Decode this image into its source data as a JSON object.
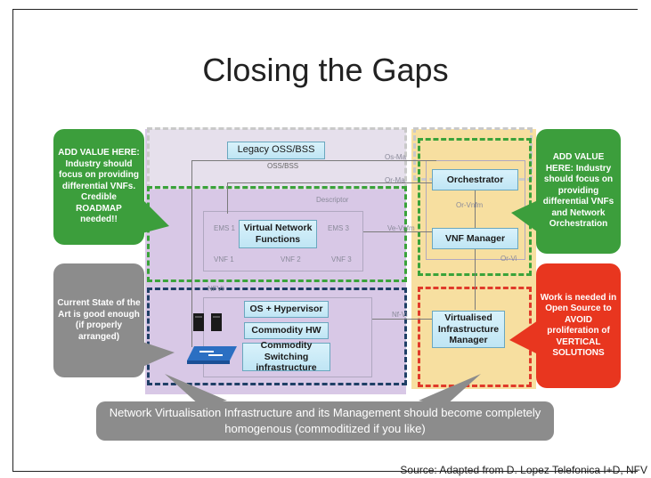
{
  "slide": {
    "title": "Closing the Gaps",
    "source": "Source: Adapted from D. Lopez Telefonica I+D, NFV"
  },
  "diagram": {
    "legacy_oss_bss": "Legacy OSS/BSS",
    "oss_bss": "OSS/BSS",
    "vnf_block": "Virtual Network Functions",
    "os_hypervisor": "OS + Hypervisor",
    "commodity_hw": "Commodity HW",
    "commodity_switching": "Commodity Switching infrastructure",
    "orchestrator": "Orchestrator",
    "vnf_manager": "VNF Manager",
    "vim": "Virtualised Infrastructure Manager",
    "faint_labels": {
      "os_ma_1": "Os-Ma",
      "os_ma_2": "Or-Ma",
      "descriptor": "Descriptor",
      "ve_vnfm": "Ve-Vnfm",
      "or_vnfm": "Or-Vnfm",
      "or_vi": "Or-Vi",
      "nfvi": "NFVI",
      "nf_vi": "Nf-Vi",
      "ems1": "EMS 1",
      "ems3": "EMS 3",
      "vnf1": "VNF 1",
      "vnf2": "VNF 2",
      "vnf3": "VNF 3"
    }
  },
  "callouts": {
    "left_green": "ADD VALUE HERE: Industry should focus on providing differential VNFs. Credible ROADMAP needed!!",
    "right_green": "ADD VALUE HERE: Industry should focus on providing differential VNFs and Network Orchestration",
    "left_grey": "Current State of the Art is good enough (if properly arranged)",
    "right_red": "Work is needed in Open Source to AVOID proliferation of VERTICAL SOLUTIONS",
    "bottom_banner": "Network Virtualisation Infrastructure and its Management should become completely homogenous (commoditized if you like)"
  },
  "colors": {
    "green": "#3c9e3c",
    "grey": "#8c8c8c",
    "red": "#e8361f",
    "purple": "#d8c8e6",
    "yellow": "#f7dfa0"
  }
}
